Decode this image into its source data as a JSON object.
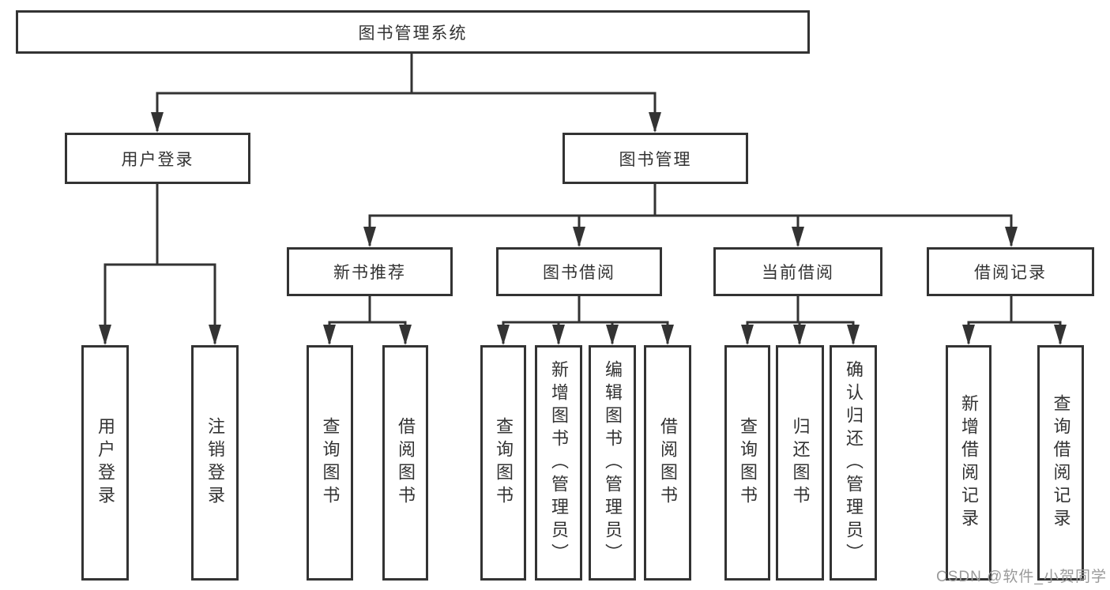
{
  "diagram": {
    "root": {
      "label": "图书管理系统"
    },
    "level1": [
      {
        "id": "user-login",
        "label": "用户登录"
      },
      {
        "id": "book-management",
        "label": "图书管理"
      }
    ],
    "level2": [
      {
        "id": "new-book-recommend",
        "label": "新书推荐"
      },
      {
        "id": "book-borrow",
        "label": "图书借阅"
      },
      {
        "id": "current-borrow",
        "label": "当前借阅"
      },
      {
        "id": "borrow-records",
        "label": "借阅记录"
      }
    ],
    "leaves": {
      "user_login": [
        "用户登录",
        "注销登录"
      ],
      "new_book": [
        "查询图书",
        "借阅图书"
      ],
      "book_borrow": [
        "查询图书",
        "新增图书（管理员）",
        "编辑图书（管理员）",
        "借阅图书"
      ],
      "current_borrow": [
        "查询图书",
        "归还图书",
        "确认归还（管理员）"
      ],
      "records": [
        "新增借阅记录",
        "查询借阅记录"
      ]
    }
  },
  "watermark": {
    "text": "CSDN @软件_小贺同学"
  },
  "colors": {
    "line": "#333333",
    "text": "#333333",
    "box_background": "#ffffff",
    "watermark": "#9a9a9a",
    "background": "#ffffff"
  }
}
